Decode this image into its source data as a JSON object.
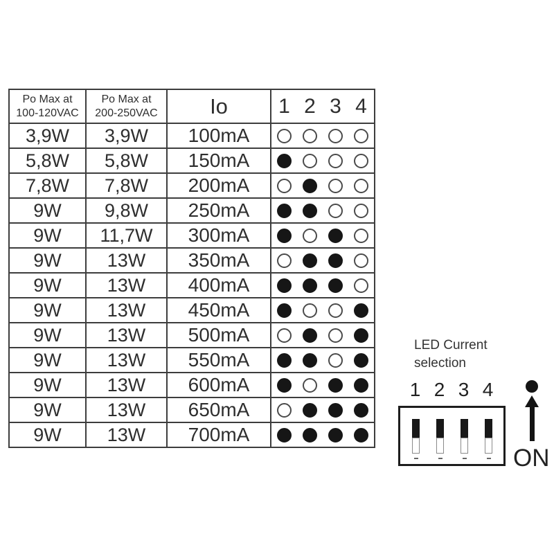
{
  "table": {
    "headers": {
      "po_low": {
        "line1": "Po Max at",
        "line2": "100-120VAC"
      },
      "po_high": {
        "line1": "Po Max at",
        "line2": "200-250VAC"
      },
      "io": "Io",
      "switch_numbers": [
        "1",
        "2",
        "3",
        "4"
      ]
    },
    "rows": [
      {
        "po_100_120": "3,9W",
        "po_200_250": "3,9W",
        "io": "100mA",
        "switches": [
          0,
          0,
          0,
          0
        ]
      },
      {
        "po_100_120": "5,8W",
        "po_200_250": "5,8W",
        "io": "150mA",
        "switches": [
          1,
          0,
          0,
          0
        ]
      },
      {
        "po_100_120": "7,8W",
        "po_200_250": "7,8W",
        "io": "200mA",
        "switches": [
          0,
          1,
          0,
          0
        ]
      },
      {
        "po_100_120": "9W",
        "po_200_250": "9,8W",
        "io": "250mA",
        "switches": [
          1,
          1,
          0,
          0
        ]
      },
      {
        "po_100_120": "9W",
        "po_200_250": "11,7W",
        "io": "300mA",
        "switches": [
          1,
          0,
          1,
          0
        ]
      },
      {
        "po_100_120": "9W",
        "po_200_250": "13W",
        "io": "350mA",
        "switches": [
          0,
          1,
          1,
          0
        ]
      },
      {
        "po_100_120": "9W",
        "po_200_250": "13W",
        "io": "400mA",
        "switches": [
          1,
          1,
          1,
          0
        ]
      },
      {
        "po_100_120": "9W",
        "po_200_250": "13W",
        "io": "450mA",
        "switches": [
          1,
          0,
          0,
          1
        ]
      },
      {
        "po_100_120": "9W",
        "po_200_250": "13W",
        "io": "500mA",
        "switches": [
          0,
          1,
          0,
          1
        ]
      },
      {
        "po_100_120": "9W",
        "po_200_250": "13W",
        "io": "550mA",
        "switches": [
          1,
          1,
          0,
          1
        ]
      },
      {
        "po_100_120": "9W",
        "po_200_250": "13W",
        "io": "600mA",
        "switches": [
          1,
          0,
          1,
          1
        ]
      },
      {
        "po_100_120": "9W",
        "po_200_250": "13W",
        "io": "650mA",
        "switches": [
          0,
          1,
          1,
          1
        ]
      },
      {
        "po_100_120": "9W",
        "po_200_250": "13W",
        "io": "700mA",
        "switches": [
          1,
          1,
          1,
          1
        ]
      }
    ]
  },
  "dip_panel": {
    "title_line1": "LED Current",
    "title_line2": "selection",
    "switch_numbers": [
      "1",
      "2",
      "3",
      "4"
    ],
    "on_label": "ON"
  },
  "colors": {
    "ink": "#2b2b2b",
    "table_line": "#3d3d3d",
    "dot_fill": "#161616"
  }
}
